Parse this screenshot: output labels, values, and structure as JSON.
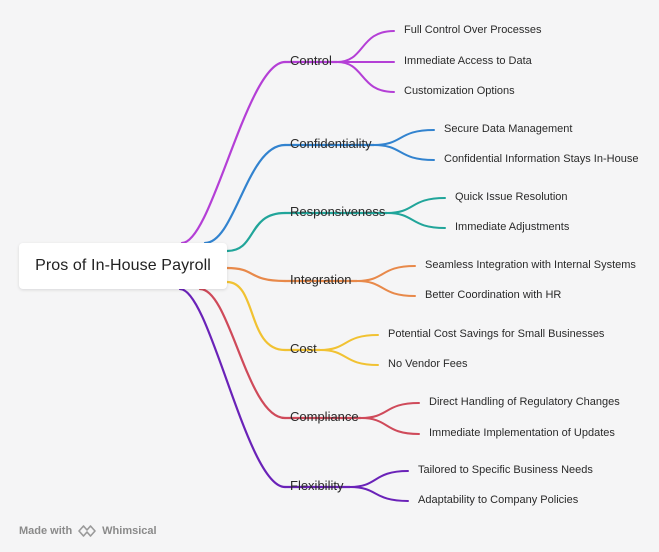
{
  "root": "Pros of In-House Payroll",
  "branches": [
    {
      "label": "Control",
      "color": "#b43fd6",
      "children": [
        "Full Control Over Processes",
        "Immediate Access to Data",
        "Customization Options"
      ]
    },
    {
      "label": "Confidentiality",
      "color": "#3283cf",
      "children": [
        "Secure Data Management",
        "Confidential Information Stays In-House"
      ]
    },
    {
      "label": "Responsiveness",
      "color": "#21a59a",
      "children": [
        "Quick Issue Resolution",
        "Immediate Adjustments"
      ]
    },
    {
      "label": "Integration",
      "color": "#e8894a",
      "children": [
        "Seamless Integration with Internal Systems",
        "Better Coordination with HR"
      ]
    },
    {
      "label": "Cost",
      "color": "#f1c232",
      "children": [
        "Potential Cost Savings for Small Businesses",
        "No Vendor Fees"
      ]
    },
    {
      "label": "Compliance",
      "color": "#cf4a5a",
      "children": [
        "Direct Handling of Regulatory Changes",
        "Immediate Implementation of Updates"
      ]
    },
    {
      "label": "Flexibility",
      "color": "#6a22b8",
      "children": [
        "Tailored to Specific Business Needs",
        "Adaptability to Company Policies"
      ]
    }
  ],
  "footer": {
    "made_with": "Made with",
    "brand": "Whimsical"
  }
}
